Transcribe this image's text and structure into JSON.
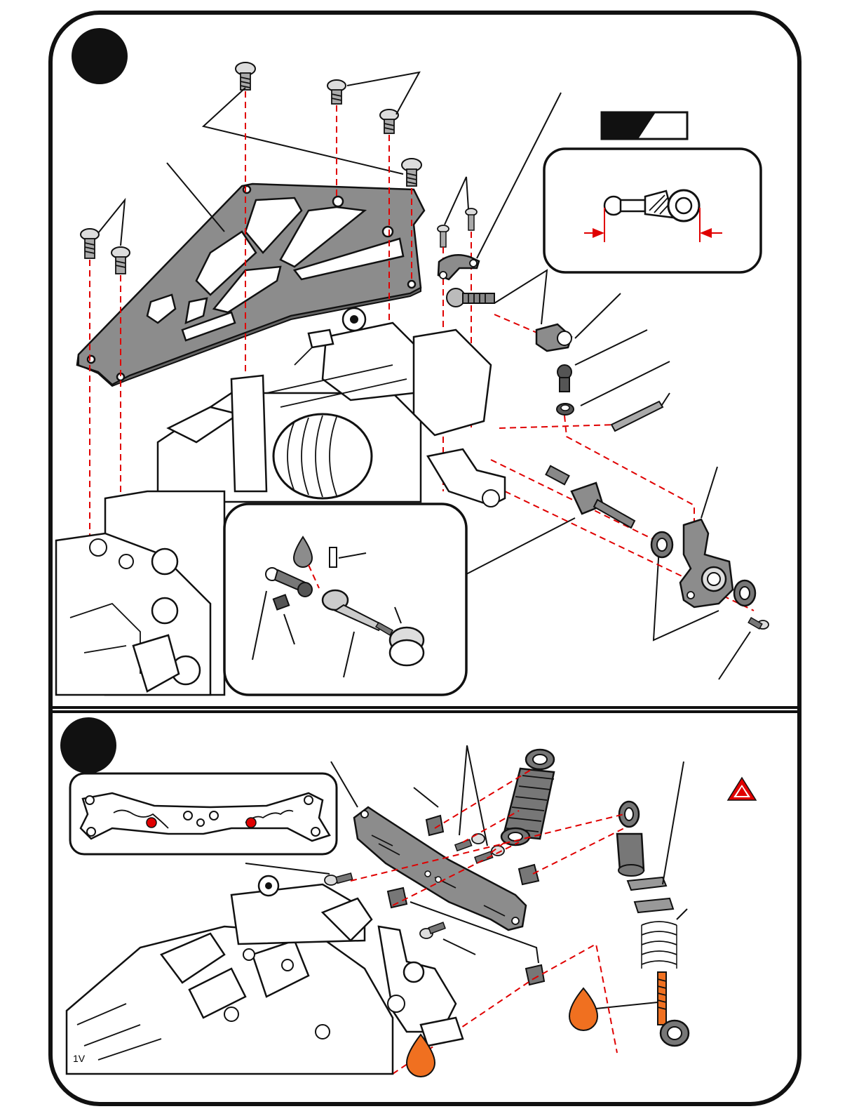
{
  "page": {
    "footer_mark": "1V",
    "accent_color": "#e00000",
    "grease_color": "#f07020",
    "frame_color": "#111111"
  },
  "step_upper": {
    "badge_icon": "step-number-badge",
    "gauge_badge_icon": "black-white-length-badge"
  },
  "step_lower": {
    "badge_icon": "step-number-badge",
    "warning_icon": "warning-triangle-icon",
    "grease_icon": "grease-drop-icon"
  }
}
